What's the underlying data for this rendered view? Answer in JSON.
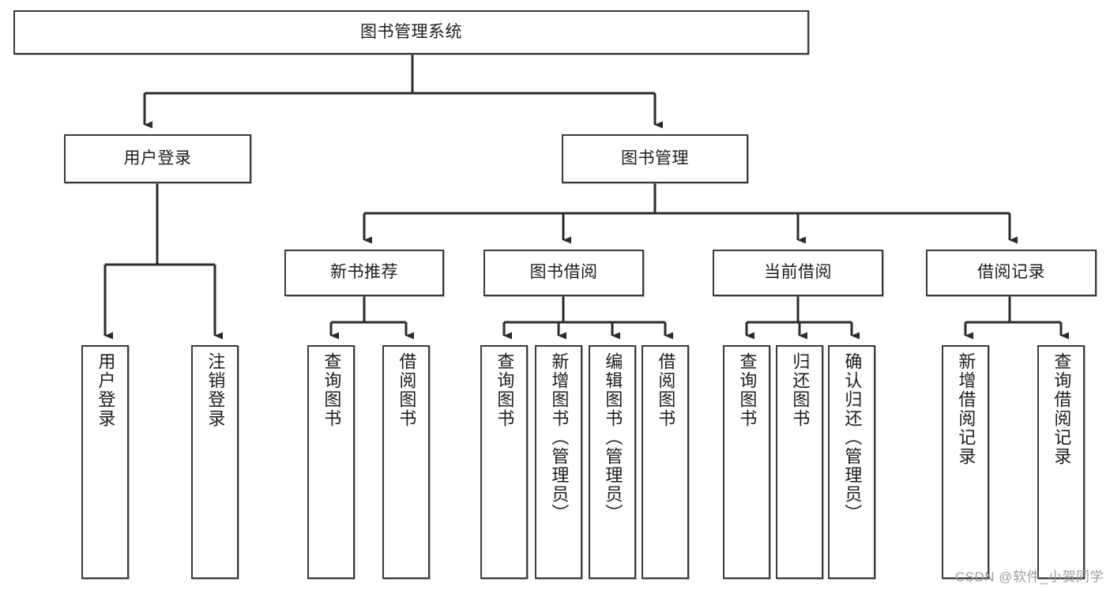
{
  "diagram": {
    "type": "tree-hierarchy",
    "orientation": "top-down",
    "title": "图书管理系统",
    "colors": {
      "box_border": "#3a3a3a",
      "box_fill": "#ffffff",
      "connector": "#2b2b2b",
      "text": "#1d1d1d",
      "watermark": "#9e9e9e",
      "background": "#ffffff"
    },
    "root": {
      "label": "图书管理系统"
    },
    "level2": [
      {
        "label": "用户登录"
      },
      {
        "label": "图书管理"
      }
    ],
    "level3": [
      {
        "label": "新书推荐"
      },
      {
        "label": "图书借阅"
      },
      {
        "label": "当前借阅"
      },
      {
        "label": "借阅记录"
      }
    ],
    "leaves": {
      "user_login": [
        {
          "label": "用户登录"
        },
        {
          "label": "注销登录"
        }
      ],
      "new_book_recommend": [
        {
          "label": "查询图书"
        },
        {
          "label": "借阅图书"
        }
      ],
      "book_borrow": [
        {
          "label": "查询图书"
        },
        {
          "label": "新增图书（管理员）"
        },
        {
          "label": "编辑图书（管理员）"
        },
        {
          "label": "借阅图书"
        }
      ],
      "current_borrow": [
        {
          "label": "查询图书"
        },
        {
          "label": "归还图书"
        },
        {
          "label": "确认归还（管理员）"
        }
      ],
      "borrow_record": [
        {
          "label": "新增借阅记录"
        },
        {
          "label": "查询借阅记录"
        }
      ]
    }
  },
  "watermark": {
    "text": "CSDN @软件_小贺同学"
  }
}
